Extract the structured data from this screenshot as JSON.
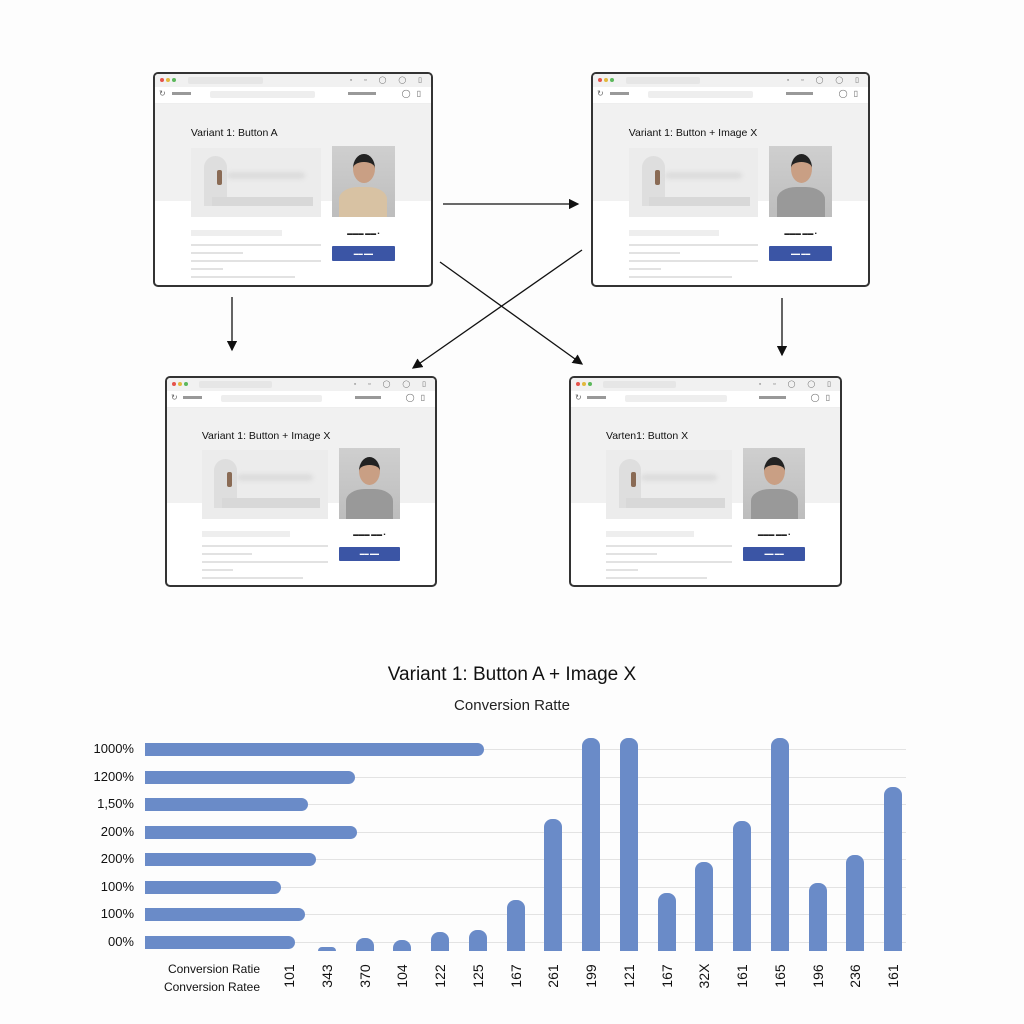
{
  "mockups": [
    {
      "title": "Variant 1: Button A"
    },
    {
      "title": "Variant 1: Button + Image X"
    },
    {
      "title": "Variant 1: Button + Image X"
    },
    {
      "title": "Varten1: Button X"
    }
  ],
  "chart_data": {
    "type": "bar",
    "title": "Variant 1: Button A + Image X",
    "subtitle": "Conversion Ratte",
    "ylabels": [
      "1000%",
      "1200%",
      "1,50%",
      "200%",
      "200%",
      "100%",
      "100%",
      "00%"
    ],
    "horizontal_series_pct_of_axis": [
      44.5,
      27.6,
      21.4,
      27.9,
      22.5,
      17.9,
      21.0,
      19.7
    ],
    "xlabel_rows": [
      "Conversion Ratie",
      "Conversion Ratee"
    ],
    "categories": [
      "101",
      "343",
      "370",
      "104",
      "122",
      "125",
      "167",
      "261",
      "199",
      "121",
      "167",
      "32X",
      "161",
      "165",
      "196",
      "236",
      "161"
    ],
    "values_pct_of_max": [
      0,
      1,
      6,
      5,
      9,
      10,
      24,
      62,
      100,
      100,
      27,
      42,
      61,
      100,
      32,
      45,
      77
    ],
    "color": "#6a8bc8"
  }
}
